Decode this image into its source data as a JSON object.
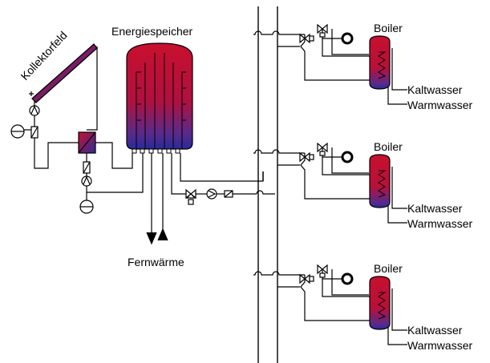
{
  "labels": {
    "collector_field": "Kollektorfeld",
    "storage": "Energiespeicher",
    "district_heating": "Fernwärme",
    "boiler": "Boiler",
    "cold_water": "Kaltwasser",
    "warm_water": "Warmwasser"
  },
  "colors": {
    "hot": "#c8102e",
    "cold": "#2a2a9a",
    "line": "#000000"
  },
  "boilers": [
    {
      "label": "Boiler",
      "cold": "Kaltwasser",
      "warm": "Warmwasser"
    },
    {
      "label": "Boiler",
      "cold": "Kaltwasser",
      "warm": "Warmwasser"
    },
    {
      "label": "Boiler",
      "cold": "Kaltwasser",
      "warm": "Warmwasser"
    }
  ]
}
